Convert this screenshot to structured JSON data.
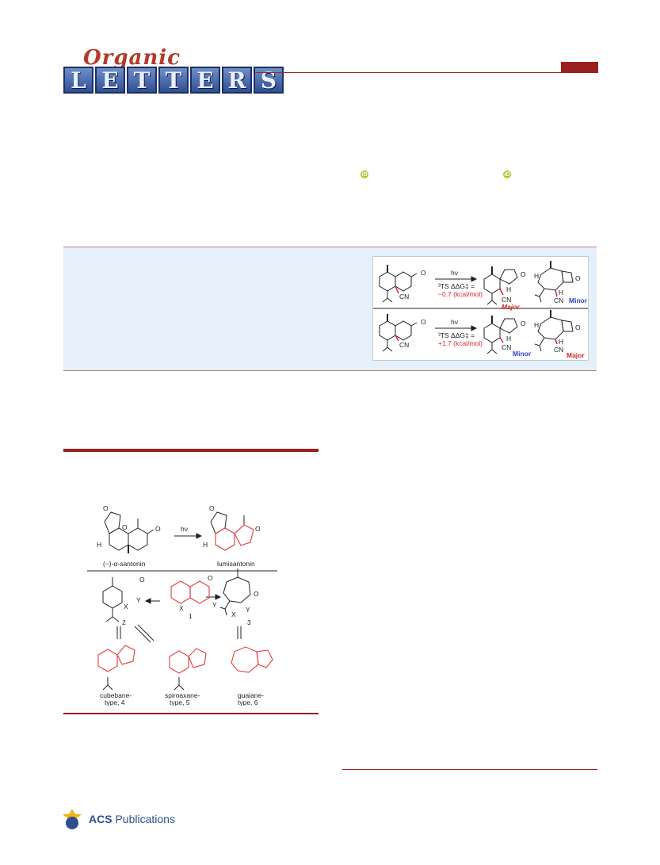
{
  "header": {
    "logo_script": "Organic",
    "logo_letters": [
      "L",
      "E",
      "T",
      "T",
      "E",
      "R",
      "S"
    ]
  },
  "orcid": {
    "icon": "orcid-icon",
    "label": "iD"
  },
  "toc_graphic": {
    "row1": {
      "reagent": "hν",
      "ts_label": "³TS ΔΔG‡ =",
      "ts_value": "−0.7 (kcal/mol)",
      "cn": "CN",
      "h": "H",
      "product1_label": "Major",
      "product2_label": "Minor",
      "ketone": "O"
    },
    "row2": {
      "reagent": "hν",
      "ts_label": "³TS ΔΔG‡ =",
      "ts_value": "+1.7 (kcal/mol)",
      "cn": "CN",
      "h": "H",
      "product1_label": "Minor",
      "product2_label": "Major",
      "ketone": "O"
    },
    "colors": {
      "major": "#d6262a",
      "minor": "#2b3fd1"
    }
  },
  "figure": {
    "reagent": "hν",
    "santonin": "(−)-α-santonin",
    "lumisantonin": "lumisantonin",
    "compound1": "1",
    "compound2": "2",
    "compound3": "3",
    "x": "X",
    "y": "Y",
    "h": "H",
    "o": "O",
    "type4_line1": "cubebane-",
    "type4_line2": "type, 4",
    "type5_line1": "spiroaxane-",
    "type5_line2": "type, 5",
    "type6_line1": "guaiane-",
    "type6_line2": "type, 6",
    "highlight_color": "#e8484b"
  },
  "footer": {
    "acs": "ACS",
    "publications": "Publications"
  }
}
